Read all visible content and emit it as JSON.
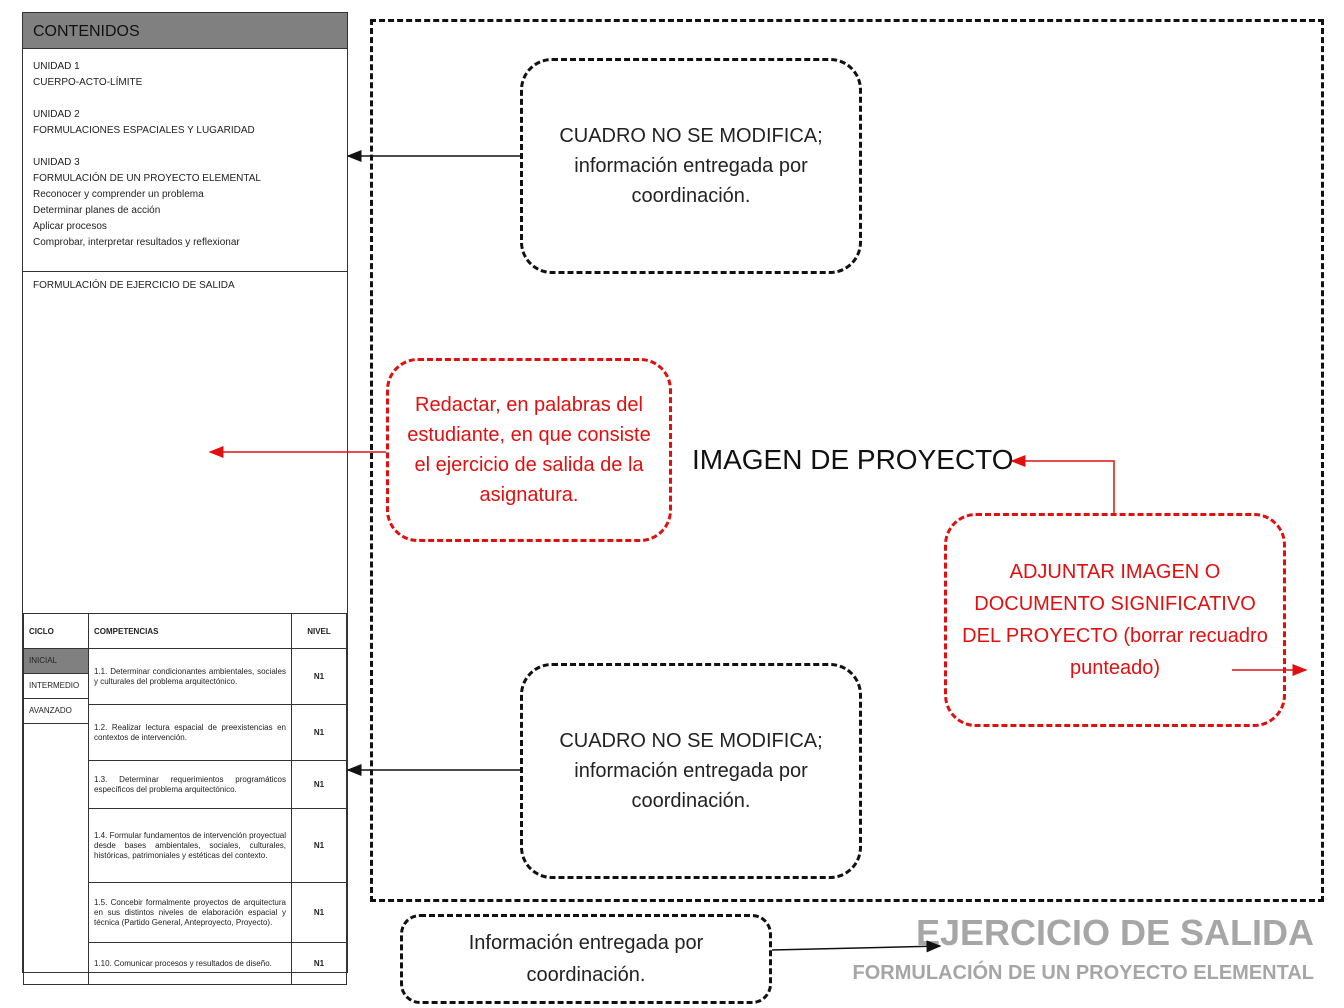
{
  "left_panel": {
    "header": "CONTENIDOS",
    "contents_lines": [
      "UNIDAD 1",
      "CUERPO-ACTO-LÍMITE",
      "",
      "UNIDAD 2",
      "FORMULACIONES ESPACIALES Y LUGARIDAD",
      "",
      "UNIDAD 3",
      "FORMULACIÓN DE UN PROYECTO ELEMENTAL",
      "Reconocer y comprender un problema",
      "Determinar planes de acción",
      "Aplicar procesos",
      "Comprobar, interpretar resultados y reflexionar"
    ],
    "formulation_label": "FORMULACIÓN DE EJERCICIO DE SALIDA",
    "table": {
      "headers": [
        "CICLO",
        "COMPETENCIAS",
        "NIVEL"
      ],
      "cycles": [
        "INICIAL",
        "INTERMEDIO",
        "AVANZADO"
      ],
      "rows": [
        {
          "competencia": "1.1. Determinar condicionantes ambientales, sociales y culturales del problema arquitectónico.",
          "nivel": "N1"
        },
        {
          "competencia": "1.2. Realizar lectura espacial de preexistencias en contextos de intervención.",
          "nivel": "N1"
        },
        {
          "competencia": "1.3. Determinar requerimientos programáticos específicos del problema arquitectónico.",
          "nivel": "N1"
        },
        {
          "competencia": "1.4. Formular fundamentos de intervención proyectual desde bases ambientales, sociales, culturales, históricas, patrimoniales y estéticas del contexto.",
          "nivel": "N1"
        },
        {
          "competencia": "1.5. Concebir formalmente proyectos de arquitectura en sus distintos niveles de elaboración espacial y técnica (Partido General, Anteproyecto, Proyecto).",
          "nivel": "N1"
        },
        {
          "competencia": "1.10. Comunicar procesos y resultados de diseño.",
          "nivel": "N1"
        }
      ]
    }
  },
  "notes": {
    "top": "CUADRO NO SE MODIFICA; información entregada por coordinación.",
    "bottom": "CUADRO NO SE MODIFICA; información entregada por coordinación.",
    "middle_red": "Redactar, en palabras del estudiante, en que consiste el ejercicio de salida de la asignatura.",
    "right_red": "ADJUNTAR IMAGEN O DOCUMENTO SIGNIFICATIVO DEL PROYECTO (borrar recuadro punteado)",
    "info": "Información entregada por coordinación."
  },
  "project_image_label": "IMAGEN DE PROYECTO",
  "title": {
    "main": "EJERCICIO DE SALIDA",
    "sub": "FORMULACIÓN DE UN PROYECTO ELEMENTAL"
  },
  "colors": {
    "red": "#e01010",
    "gray_header": "#808080",
    "title_gray": "#a6a6a6"
  }
}
